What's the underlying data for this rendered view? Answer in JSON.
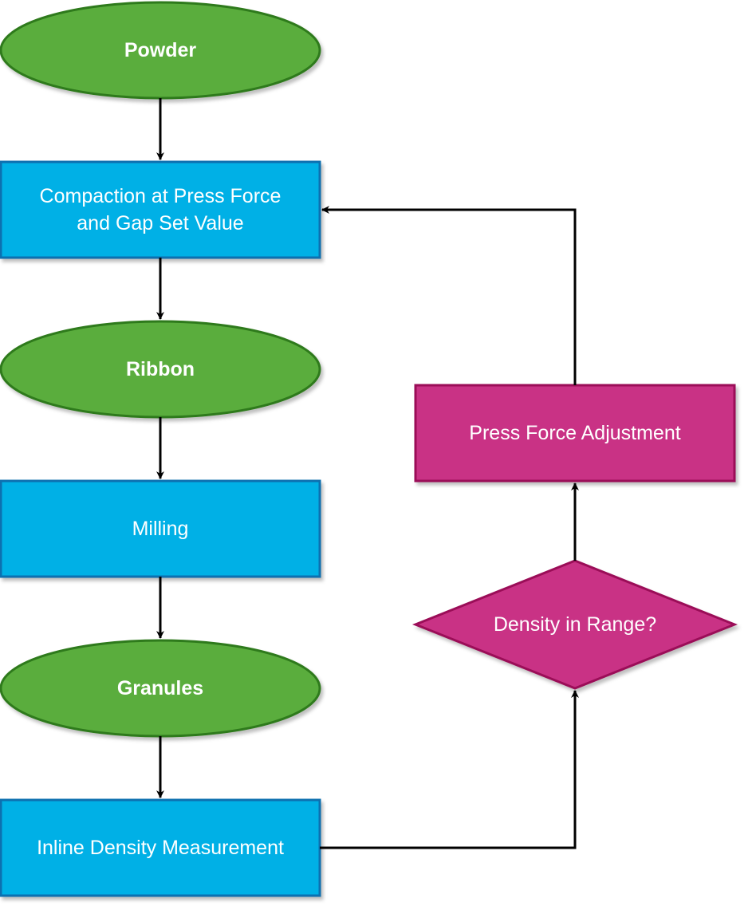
{
  "colors": {
    "terminal_fill": "#5aad3c",
    "terminal_stroke": "#2f7a1b",
    "process_fill": "#00b0e6",
    "process_stroke": "#0f6fb0",
    "control_fill": "#c93385",
    "control_stroke": "#9b1158",
    "arrow": "#000000",
    "text": "#ffffff"
  },
  "nodes": {
    "powder": {
      "label": "Powder",
      "shape": "ellipse"
    },
    "compaction": {
      "label": "Compaction at Press Force\nand Gap Set Value",
      "shape": "rectangle"
    },
    "ribbon": {
      "label": "Ribbon",
      "shape": "ellipse"
    },
    "milling": {
      "label": "Milling",
      "shape": "rectangle"
    },
    "granules": {
      "label": "Granules",
      "shape": "ellipse"
    },
    "inline_density": {
      "label": "Inline Density Measurement",
      "shape": "rectangle"
    },
    "density_check": {
      "label": "Density in Range?",
      "shape": "diamond"
    },
    "press_adjust": {
      "label": "Press Force Adjustment",
      "shape": "rectangle"
    }
  },
  "edges": [
    {
      "from": "powder",
      "to": "compaction"
    },
    {
      "from": "compaction",
      "to": "ribbon"
    },
    {
      "from": "ribbon",
      "to": "milling"
    },
    {
      "from": "milling",
      "to": "granules"
    },
    {
      "from": "granules",
      "to": "inline_density"
    },
    {
      "from": "inline_density",
      "to": "density_check"
    },
    {
      "from": "density_check",
      "to": "press_adjust"
    },
    {
      "from": "press_adjust",
      "to": "compaction"
    }
  ]
}
